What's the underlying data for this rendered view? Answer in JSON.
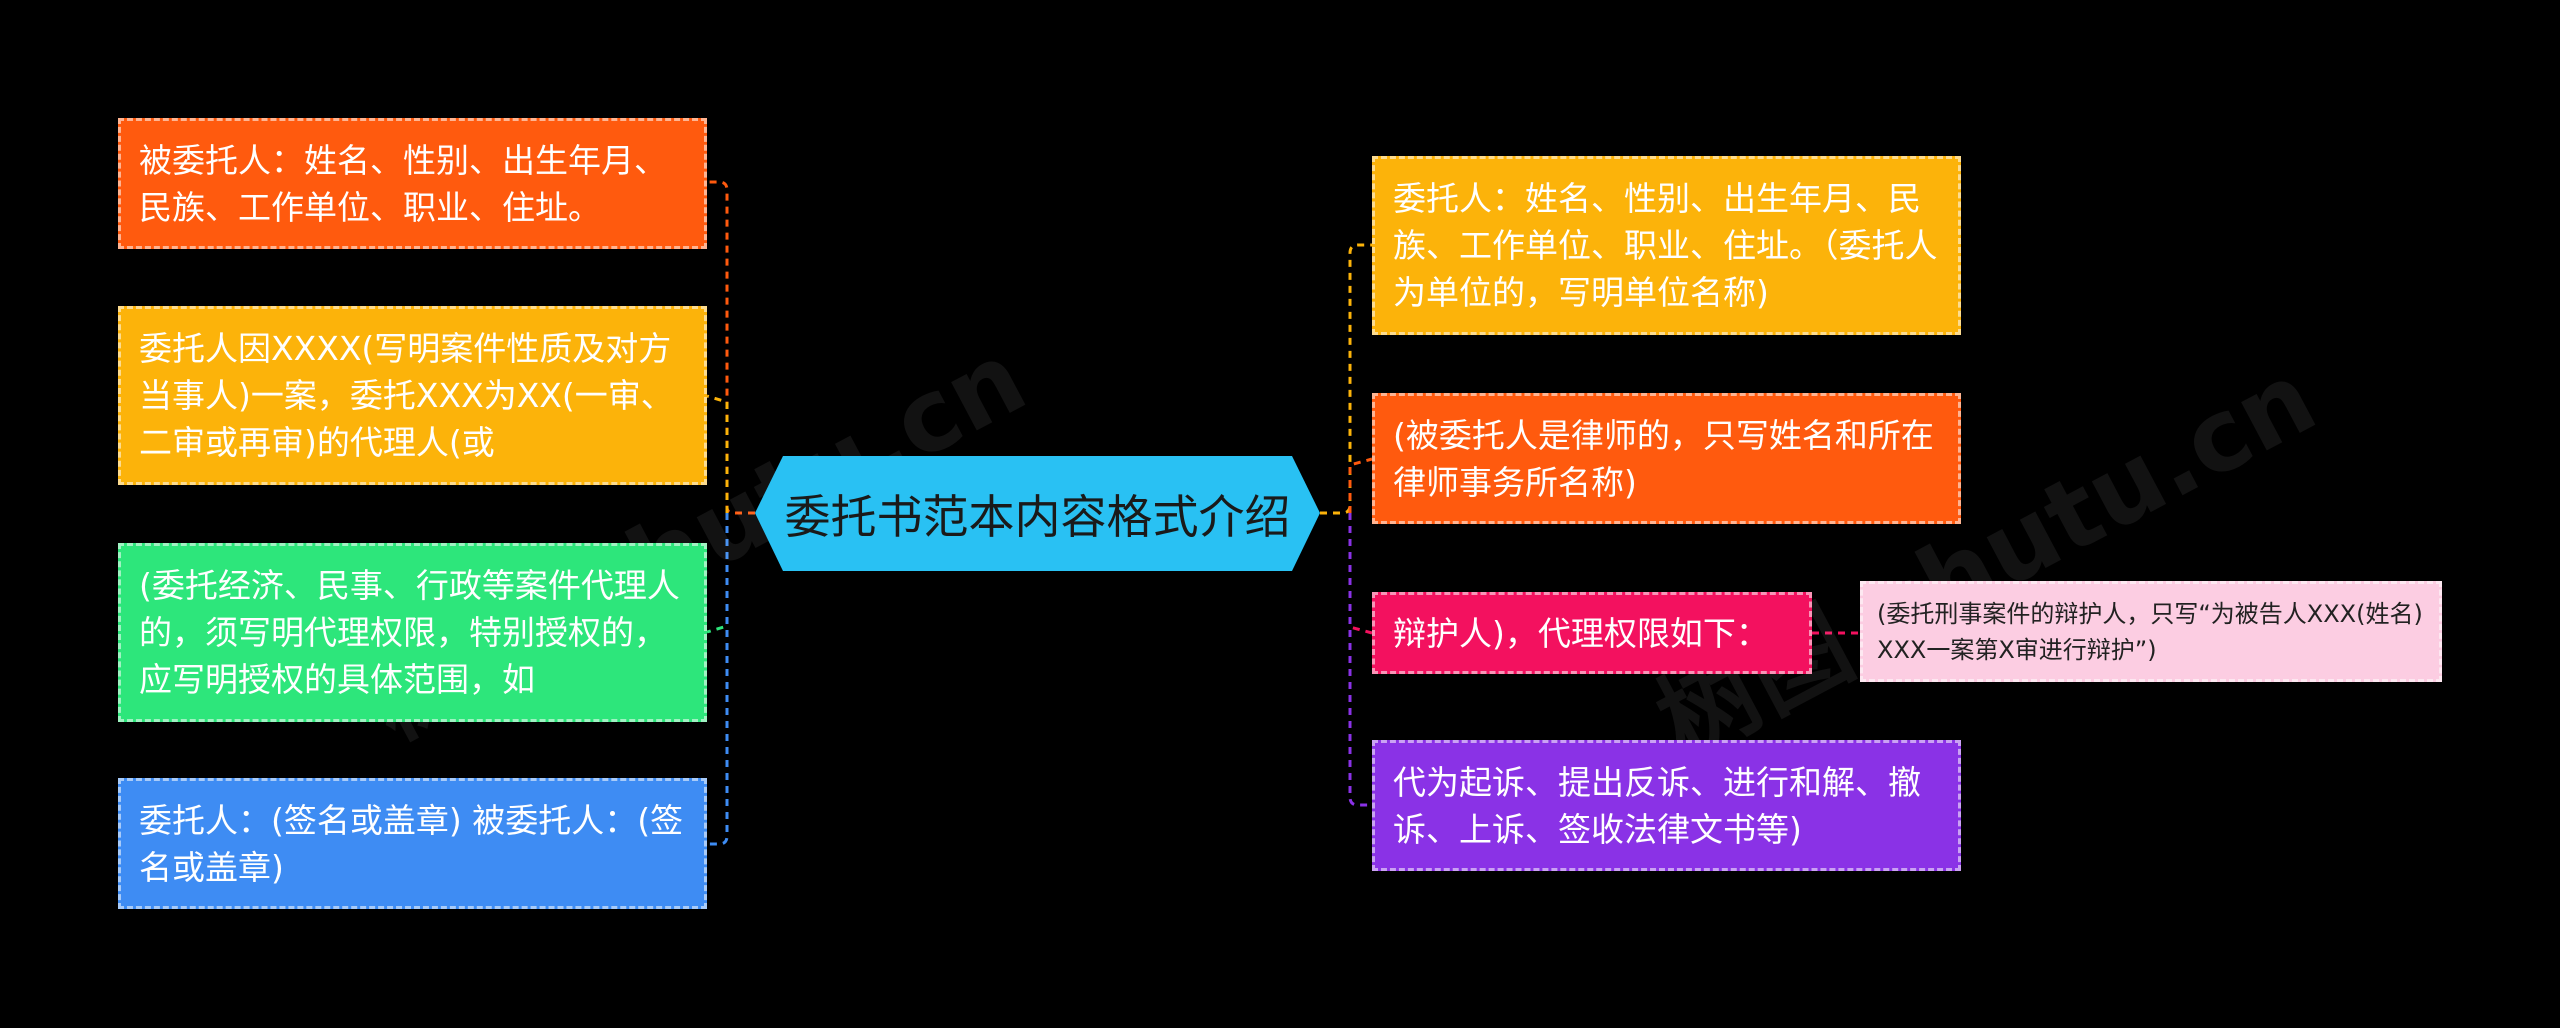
{
  "center": {
    "label": "委托书范本内容格式介绍",
    "color": "#29c1f3"
  },
  "left_nodes": [
    {
      "label": "被委托人：姓名、性别、出生年月、民族、工作单位、职业、住址。",
      "color": "#ff5a0e",
      "line": "#ff5a0e"
    },
    {
      "label": "委托人因XXXX(写明案件性质及对方当事人)一案，委托XXX为XX(一审、二审或再审)的代理人(或",
      "color": "#fcb30a",
      "line": "#fcb30a"
    },
    {
      "label": "(委托经济、民事、行政等案件代理人的，须写明代理权限，特别授权的，应写明授权的具体范围，如",
      "color": "#2de67b",
      "line": "#2de67b"
    },
    {
      "label": "委托人：(签名或盖章) 被委托人：(签名或盖章)",
      "color": "#3e8cf3",
      "line": "#3e8cf3"
    }
  ],
  "right_nodes": [
    {
      "label": "委托人：姓名、性别、出生年月、民族、工作单位、职业、住址。（委托人为单位的，写明单位名称)",
      "color": "#fcb30a",
      "line": "#fcb30a"
    },
    {
      "label": "(被委托人是律师的，只写姓名和所在律师事务所名称)",
      "color": "#ff5a0e",
      "line": "#ff5a0e"
    },
    {
      "label": "辩护人)，代理权限如下：",
      "color": "#f3115f",
      "line": "#f3115f"
    },
    {
      "label": "代为起诉、提出反诉、进行和解、撤诉、上诉、签收法律文书等)",
      "color": "#8a32e6",
      "line": "#8a32e6"
    }
  ],
  "sub_node": {
    "label": "(委托刑事案件的辩护人，只写“为被告人XXX(姓名)XXX一案第X审进行辩护”)",
    "color": "#fccde2",
    "line": "#f3115f"
  },
  "watermarks": [
    "树图 shutu.cn",
    "树图 shutu.cn"
  ]
}
